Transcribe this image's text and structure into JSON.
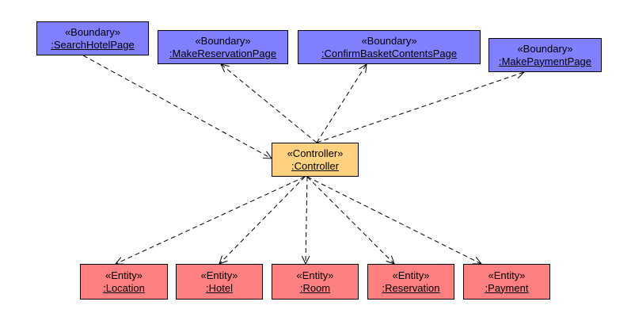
{
  "colors": {
    "boundary": "#8080ff",
    "controller": "#ffd280",
    "entity": "#ff8080",
    "border": "#000000",
    "edge": "#000000"
  },
  "boundaries": [
    {
      "stereotype": "«Boundary»",
      "name": ":SearchHotelPage"
    },
    {
      "stereotype": "«Boundary»",
      "name": ":MakeReservationPage"
    },
    {
      "stereotype": "«Boundary»",
      "name": ":ConfirmBasketContentsPage"
    },
    {
      "stereotype": "«Boundary»",
      "name": ":MakePaymentPage"
    }
  ],
  "controller": {
    "stereotype": "«Controller»",
    "name": ":Controller"
  },
  "entities": [
    {
      "stereotype": "«Entity»",
      "name": ":Location"
    },
    {
      "stereotype": "«Entity»",
      "name": ":Hotel"
    },
    {
      "stereotype": "«Entity»",
      "name": ":Room"
    },
    {
      "stereotype": "«Entity»",
      "name": ":Reservation"
    },
    {
      "stereotype": "«Entity»",
      "name": ":Payment"
    }
  ],
  "edges": [
    {
      "from": ":SearchHotelPage",
      "to": ":Controller",
      "style": "dashed",
      "arrow": "open"
    },
    {
      "from": ":Controller",
      "to": ":MakeReservationPage",
      "style": "dashed",
      "arrow": "open"
    },
    {
      "from": ":Controller",
      "to": ":ConfirmBasketContentsPage",
      "style": "dashed",
      "arrow": "open"
    },
    {
      "from": ":Controller",
      "to": ":MakePaymentPage",
      "style": "dashed",
      "arrow": "open"
    },
    {
      "from": ":Controller",
      "to": ":Location",
      "style": "dashed",
      "arrow": "open"
    },
    {
      "from": ":Controller",
      "to": ":Hotel",
      "style": "dashed",
      "arrow": "open"
    },
    {
      "from": ":Controller",
      "to": ":Room",
      "style": "dashed",
      "arrow": "open"
    },
    {
      "from": ":Controller",
      "to": ":Reservation",
      "style": "dashed",
      "arrow": "open"
    },
    {
      "from": ":Controller",
      "to": ":Payment",
      "style": "dashed",
      "arrow": "open"
    }
  ]
}
